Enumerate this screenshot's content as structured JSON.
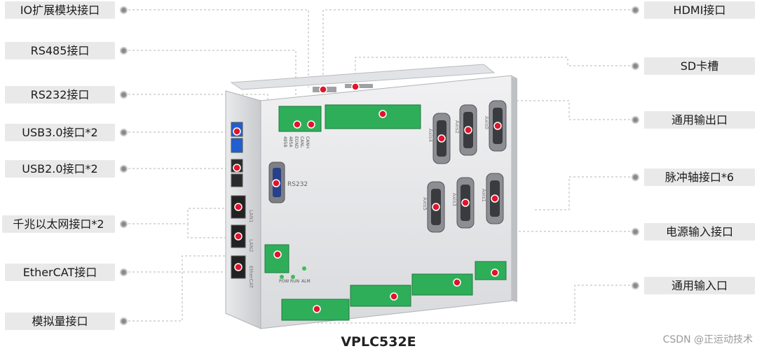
{
  "left_labels": [
    {
      "key": "io-expansion",
      "text": "IO扩展模块接口"
    },
    {
      "key": "rs485",
      "text": "RS485接口"
    },
    {
      "key": "rs232",
      "text": "RS232接口"
    },
    {
      "key": "usb30",
      "text": "USB3.0接口*2"
    },
    {
      "key": "usb20",
      "text": "USB2.0接口*2"
    },
    {
      "key": "gigabit-ethernet",
      "text": "千兆以太网接口*2"
    },
    {
      "key": "ethercat",
      "text": "EtherCAT接口"
    },
    {
      "key": "analog",
      "text": "模拟量接口"
    }
  ],
  "right_labels": [
    {
      "key": "hdmi",
      "text": "HDMI接口"
    },
    {
      "key": "sd-slot",
      "text": "SD卡槽"
    },
    {
      "key": "general-output",
      "text": "通用输出口"
    },
    {
      "key": "pulse-axis",
      "text": "脉冲轴接口*6"
    },
    {
      "key": "power-input",
      "text": "电源输入接口"
    },
    {
      "key": "general-input",
      "text": "通用输入口"
    }
  ],
  "device": {
    "model": "VPLC532E",
    "rs232_silk": "RS232",
    "axis_labels": [
      "Axis4",
      "Axis2",
      "Axis0",
      "Axis5",
      "Axis3",
      "Axis1"
    ],
    "led_labels": [
      "POW",
      "RUN",
      "ALM"
    ],
    "lan_labels": [
      "LAN1",
      "LAN2"
    ],
    "ethercat_silk": "EtherCAT",
    "rs485_pins": [
      "485B",
      "485A",
      "EGND",
      "CANL",
      "CANH"
    ]
  },
  "colors": {
    "label_bg": "#e9e9e9",
    "leader": "#b5b5b5",
    "marker_red": "#e0152b",
    "terminal_green": "#2fae5a",
    "metal": "#dcdde0"
  },
  "watermark": "CSDN @正运动技术"
}
